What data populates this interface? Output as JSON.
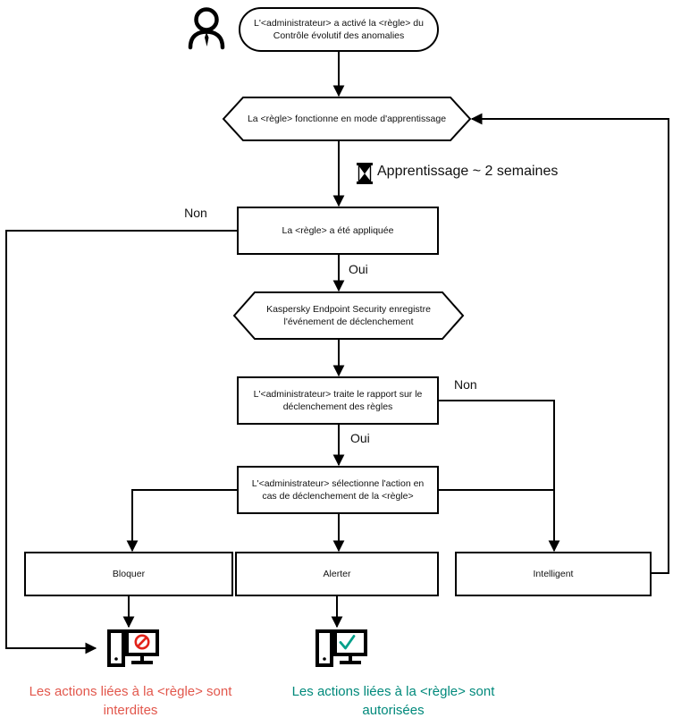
{
  "diagram": {
    "title": "Kaspersky Adaptive Anomaly Control rule workflow",
    "actor_icon": "person-icon",
    "nodes": {
      "start": {
        "id": "start",
        "shape": "rounded-rectangle",
        "text": "L'<administrateur> a activé la <règle> du\nContrôle évolutif des anomalies"
      },
      "learning_mode": {
        "id": "learning_mode",
        "shape": "hexagon",
        "text": "La <règle> fonctionne en mode d'apprentissage"
      },
      "rule_applied": {
        "id": "rule_applied",
        "shape": "rectangle",
        "text": "La <règle> a été appliquée"
      },
      "kes_records": {
        "id": "kes_records",
        "shape": "hexagon",
        "text": "Kaspersky Endpoint Security enregistre\nl'événement de déclenchement"
      },
      "admin_report": {
        "id": "admin_report",
        "shape": "rectangle",
        "text": "L'<administrateur> traite le rapport sur le\ndéclenchement des règles"
      },
      "admin_action": {
        "id": "admin_action",
        "shape": "rectangle",
        "text": "L'<administrateur> sélectionne l'action en\ncas de déclenchement de la <règle>"
      },
      "block": {
        "id": "block",
        "shape": "rectangle",
        "text": "Bloquer"
      },
      "alert": {
        "id": "alert",
        "shape": "rectangle",
        "text": "Alerter"
      },
      "smart": {
        "id": "smart",
        "shape": "rectangle",
        "text": "Intelligent"
      }
    },
    "edge_labels": {
      "applied_no": "Non",
      "applied_yes": "Oui",
      "report_no": "Non",
      "report_yes": "Oui"
    },
    "learning_note": {
      "icon": "hourglass-icon",
      "text": "Apprentissage ~ 2 semaines"
    },
    "outcomes": [
      {
        "id": "blocked",
        "icon": "monitor-blocked-icon",
        "badge": "prohibition-sign",
        "caption": "Les actions liées à la <règle> sont\ninterdites",
        "color": "#e2574c"
      },
      {
        "id": "allowed",
        "icon": "monitor-allowed-icon",
        "badge": "check-mark",
        "caption": "Les actions liées à la <règle> sont\nautorisées",
        "color": "#00897b"
      }
    ],
    "colors": {
      "stroke": "#000000",
      "node_fill": "#ffffff",
      "text": "#111111",
      "forbidden": "#e2574c",
      "allowed": "#00897b",
      "badge_red": "#e2231a",
      "badge_teal": "#00a08a"
    }
  }
}
